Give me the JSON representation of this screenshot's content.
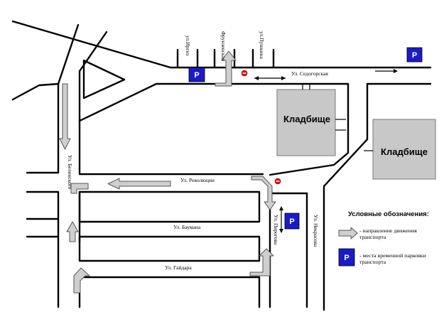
{
  "buildings": {
    "cemetery_1": "Кладбище",
    "cemetery_2": "Кладбище"
  },
  "streets": {
    "sedogorskaya": "Ул. Седогорская",
    "revolyutsii": "Ул. Революции",
    "baumana": "Ул. Баумана",
    "gaydara": "Ул. Гайдара",
    "belinskogo": "Ул. Белинского",
    "pirogova": "Ул. Пирогова",
    "nekrasova": "Ул. Некрасова",
    "top_1": "ул.Иргиз",
    "top_2": "Фрунзенская",
    "top_3": "ул.Пушкина"
  },
  "parking": {
    "symbol": "P"
  },
  "legend": {
    "title": "Условные обозначения:",
    "direction": "- направление движения транспорта",
    "parking": "- места временной парковки транспорта"
  }
}
